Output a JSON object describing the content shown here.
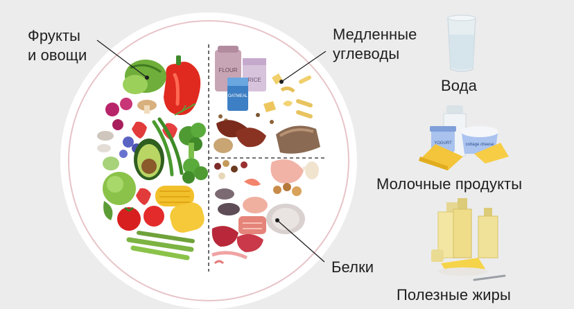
{
  "plate_labels": {
    "fruits_vegetables": [
      "Фрукты",
      "и овощи"
    ],
    "slow_carbs": [
      "Медленные",
      "углеводы"
    ],
    "proteins": "Белки"
  },
  "side_labels": {
    "water": "Вода",
    "dairy": "Молочные продукты",
    "fats": "Полезные жиры"
  },
  "product_text": {
    "flour_bag": "FLOUR",
    "rice_box": "RICE",
    "oatmeal_box": "OATMEAL",
    "yogurt_cup": "YOGURT",
    "cottage_cheese_tub": "cottage cheese"
  },
  "colors": {
    "background": "#ececec",
    "plate_rim": "#ffffff",
    "plate_ring": "#e7c4c8",
    "text": "#1e1e1e"
  }
}
